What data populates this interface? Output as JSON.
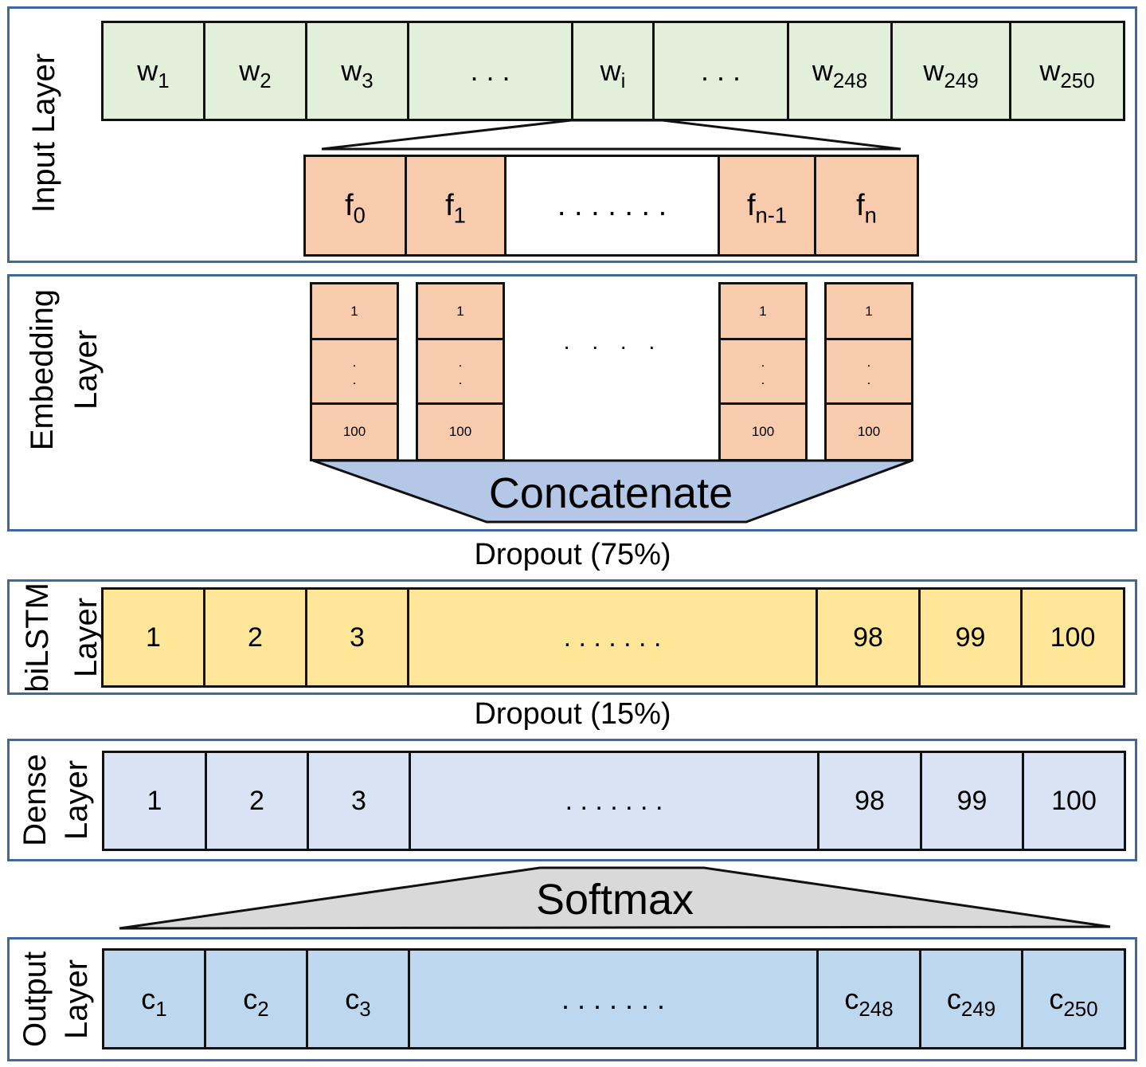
{
  "panels": {
    "input": {
      "label": "Input Layer"
    },
    "embedding": {
      "label_line1": "Embedding",
      "label_line2": "Layer"
    },
    "bilstm": {
      "label_line1": "biLSTM",
      "label_line2": "Layer"
    },
    "dense": {
      "label_line1": "Dense",
      "label_line2": "Layer"
    },
    "output": {
      "label_line1": "Output",
      "label_line2": "Layer"
    }
  },
  "input_words": [
    {
      "base": "w",
      "sub": "1"
    },
    {
      "base": "w",
      "sub": "2"
    },
    {
      "base": "w",
      "sub": "3"
    },
    {
      "base": ". . .",
      "sub": ""
    },
    {
      "base": "w",
      "sub": "i"
    },
    {
      "base": ". . .",
      "sub": ""
    },
    {
      "base": "w",
      "sub": "248"
    },
    {
      "base": "w",
      "sub": "249"
    },
    {
      "base": "w",
      "sub": "250"
    }
  ],
  "features": [
    {
      "base": "f",
      "sub": "0"
    },
    {
      "base": "f",
      "sub": "1"
    },
    {
      "base": ". . . . . . .",
      "sub": ""
    },
    {
      "base": "f",
      "sub": "n-1"
    },
    {
      "base": "f",
      "sub": "n"
    }
  ],
  "embedding": {
    "top": "1",
    "middle": ".",
    "bottom": "100",
    "gap_dots": ". . . ."
  },
  "concatenate_label": "Concatenate",
  "dropout1": "Dropout (75%)",
  "bilstm_units": [
    "1",
    "2",
    "3",
    ". . . . . . .",
    "98",
    "99",
    "100"
  ],
  "dropout2": "Dropout (15%)",
  "dense_units": [
    "1",
    "2",
    "3",
    ". . . . . . .",
    "98",
    "99",
    "100"
  ],
  "softmax_label": "Softmax",
  "outputs": [
    {
      "base": "c",
      "sub": "1"
    },
    {
      "base": "c",
      "sub": "2"
    },
    {
      "base": "c",
      "sub": "3"
    },
    {
      "base": ". . . . . . .",
      "sub": ""
    },
    {
      "base": "c",
      "sub": "248"
    },
    {
      "base": "c",
      "sub": "249"
    },
    {
      "base": "c",
      "sub": "250"
    }
  ],
  "colors": {
    "panel_border": "#41679b",
    "input_fill": "#e2efda",
    "feature_fill": "#f8cbad",
    "concat_fill": "#b4c7e7",
    "bilstm_fill": "#ffe699",
    "dense_fill": "#dae3f3",
    "output_fill": "#bdd7ee",
    "softmax_fill": "#d9d9d9"
  }
}
